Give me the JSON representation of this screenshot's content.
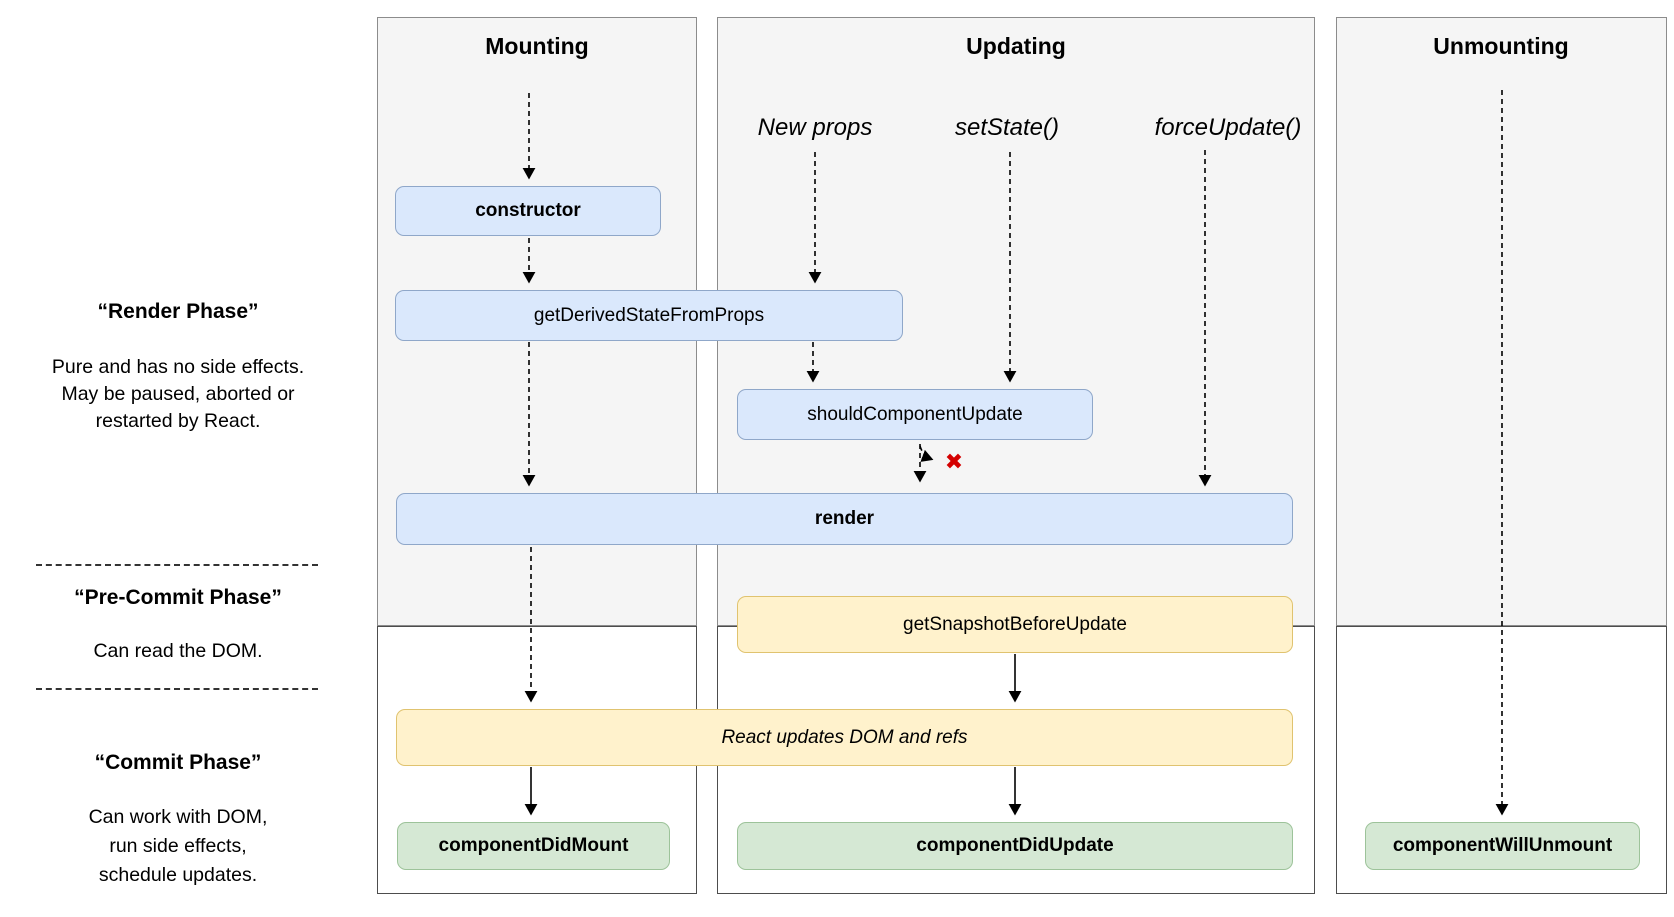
{
  "diagram": {
    "columns": {
      "mounting": {
        "title": "Mounting"
      },
      "updating": {
        "title": "Updating",
        "triggers": [
          "New props",
          "setState()",
          "forceUpdate()"
        ]
      },
      "unmounting": {
        "title": "Unmounting"
      }
    },
    "phase_labels": {
      "render": {
        "title": "“Render Phase”",
        "line1": "Pure and has no side effects.",
        "line2": "May be paused, aborted or",
        "line3": "restarted by React."
      },
      "pre_commit": {
        "title": "“Pre-Commit Phase”",
        "line1": "Can read the DOM."
      },
      "commit": {
        "title": "“Commit Phase”",
        "line1": "Can work with DOM,",
        "line2": "run side effects,",
        "line3": "schedule updates."
      }
    },
    "nodes": {
      "constructor": "constructor",
      "get_derived_state_from_props": "getDerivedStateFromProps",
      "should_component_update": "shouldComponentUpdate",
      "render": "render",
      "get_snapshot_before_update": "getSnapshotBeforeUpdate",
      "react_updates_dom": "React updates DOM and refs",
      "component_did_mount": "componentDidMount",
      "component_did_update": "componentDidUpdate",
      "component_will_unmount": "componentWillUnmount"
    },
    "markers": {
      "update_cancelled": "✖"
    },
    "colors": {
      "lifecycle_method_fill": "#dae8fc",
      "lifecycle_method_border": "#8fa7c9",
      "side_effect_fill": "#fff2cc",
      "side_effect_border": "#e0c36f",
      "commit_method_fill": "#d5e8d4",
      "commit_method_border": "#9dc39a",
      "cancel_x": "#d40000",
      "column_background": "#f5f5f5"
    }
  }
}
